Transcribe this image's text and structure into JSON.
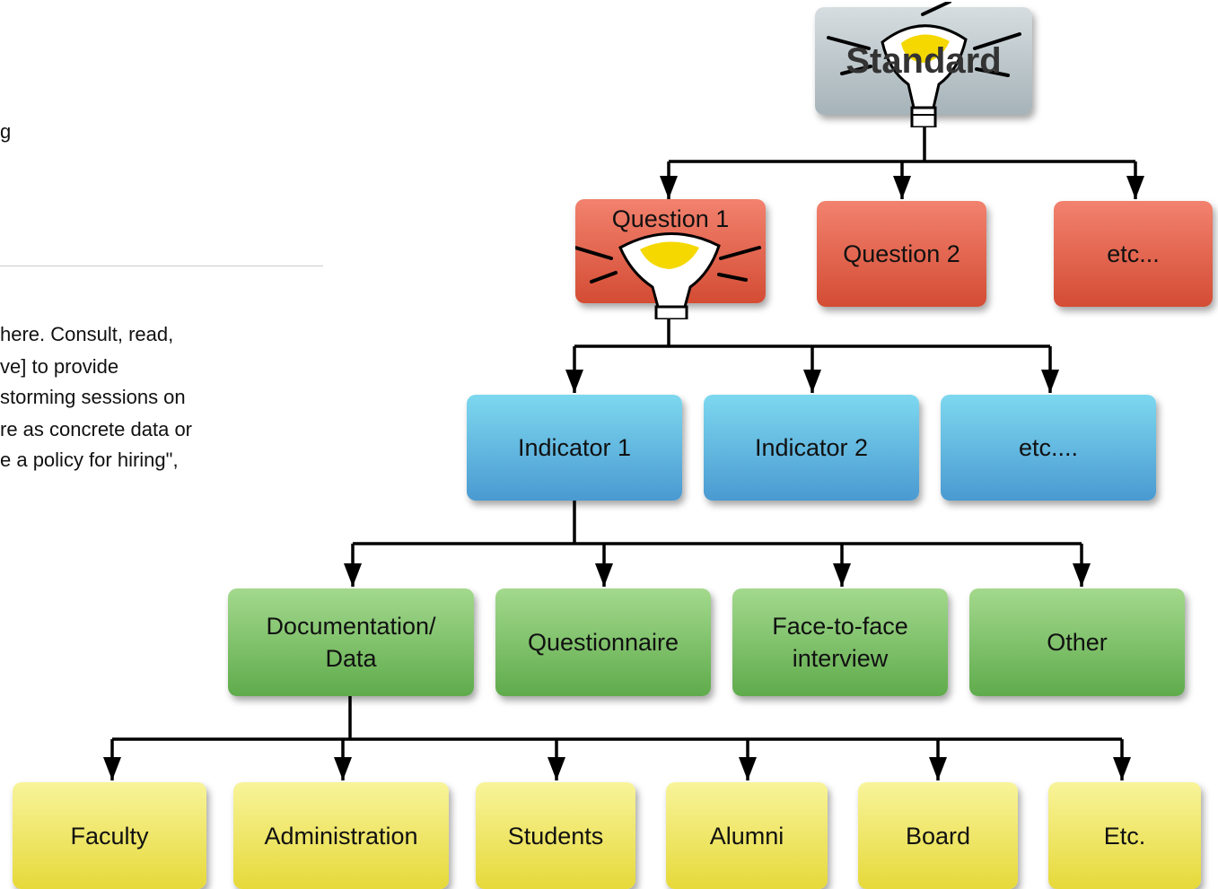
{
  "left_fragments": [
    "g",
    "here. Consult, read,",
    "ve] to provide",
    "storming sessions on",
    "re as concrete data or",
    "e a policy for hiring\","
  ],
  "tree": {
    "standard": "Standard",
    "questions": [
      "Question 1",
      "Question 2",
      "etc..."
    ],
    "indicators": [
      "Indicator 1",
      "Indicator 2",
      "etc...."
    ],
    "methods": [
      "Documentation/\nData",
      "Questionnaire",
      "Face-to-face\ninterview",
      "Other"
    ],
    "sources": [
      "Faculty",
      "Administration",
      "Students",
      "Alumni",
      "Board",
      "Etc."
    ]
  },
  "icons": [
    "lightbulb-icon",
    "lightbulb-icon"
  ],
  "colors": {
    "standard": "#b8c3c7",
    "question": "#e0604a",
    "indicator": "#62b6e3",
    "method": "#7cc165",
    "source": "#f0e860",
    "connector": "#000000"
  }
}
